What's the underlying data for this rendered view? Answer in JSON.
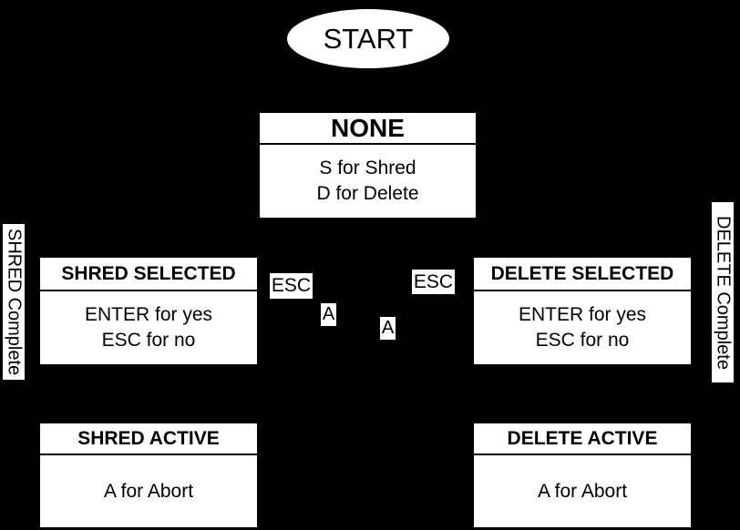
{
  "diagram": {
    "type": "state-machine-flowchart",
    "colors": {
      "background": "#000000",
      "node_fill": "#ffffff",
      "text": "#000000"
    },
    "start": {
      "label": "START"
    },
    "states": [
      {
        "title": "NONE",
        "lines": [
          "S for Shred",
          "D for Delete"
        ]
      },
      {
        "title": "SHRED SELECTED",
        "lines": [
          "ENTER for yes",
          "ESC for no"
        ]
      },
      {
        "title": "DELETE SELECTED",
        "lines": [
          "ENTER for yes",
          "ESC for no"
        ]
      },
      {
        "title": "SHRED ACTIVE",
        "lines": [
          "A for Abort"
        ]
      },
      {
        "title": "DELETE ACTIVE",
        "lines": [
          "A for Abort"
        ]
      }
    ],
    "edge_labels": {
      "esc_left": "ESC",
      "esc_right": "ESC",
      "abort_left": "A",
      "abort_right": "A",
      "shred_complete": "SHRED Complete",
      "delete_complete": "DELETE Complete"
    }
  }
}
